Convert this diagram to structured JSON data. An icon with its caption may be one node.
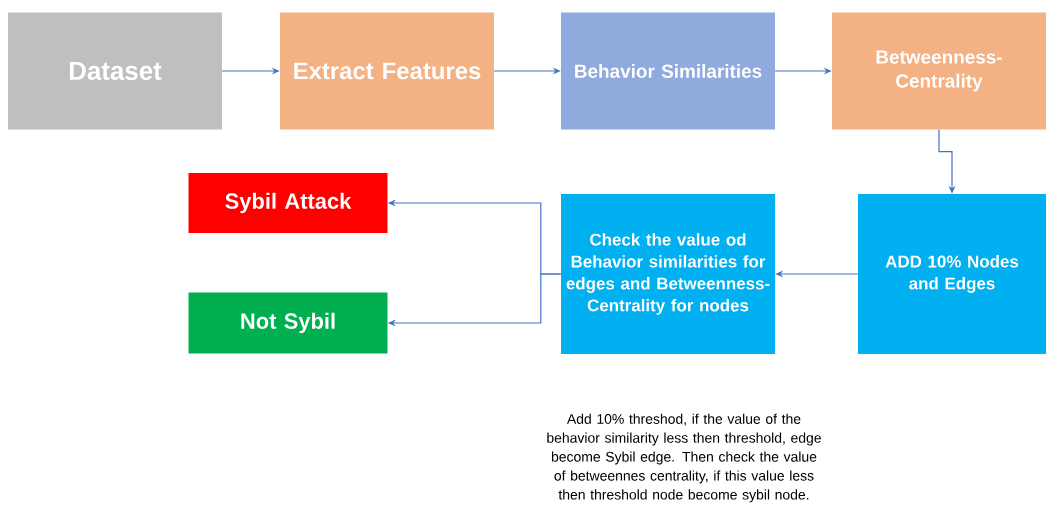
{
  "diagram": {
    "nodes": [
      {
        "text": [
          "Dataset"
        ]
      },
      {
        "text": [
          "Extract Features"
        ]
      },
      {
        "text": [
          "Behavior Similarities"
        ]
      },
      {
        "text": [
          "Betweenness-Centrality"
        ]
      },
      {
        "text": [
          "ADD 10% Nodes and Edges"
        ]
      },
      {
        "text": [
          "Check the value od Behavior similarities for edges and Betweenness-Centrality for nodes"
        ]
      },
      {
        "text": [
          "Sybil Attack"
        ]
      },
      {
        "text": [
          "Not Sybil"
        ]
      }
    ],
    "edges": [
      {
        "from": 0,
        "to": 1,
        "arrow": "to"
      },
      {
        "from": 1,
        "to": 2,
        "arrow": "to"
      },
      {
        "from": 2,
        "to": 3,
        "arrow": "to"
      },
      {
        "from": 3,
        "to": 4,
        "arrow": "to"
      },
      {
        "from": 4,
        "to": 5,
        "arrow": "to"
      },
      {
        "from": 5,
        "to": 6,
        "arrow": "to"
      },
      {
        "from": 5,
        "to": 7,
        "arrow": "to"
      }
    ],
    "labels": [
      "Add 10% threshod, if the value of the behavior similarity less then threshold, edge become Sybil edge. Then check the value of betweennes centrality, if this value less then threshold node become sybil node."
    ]
  }
}
